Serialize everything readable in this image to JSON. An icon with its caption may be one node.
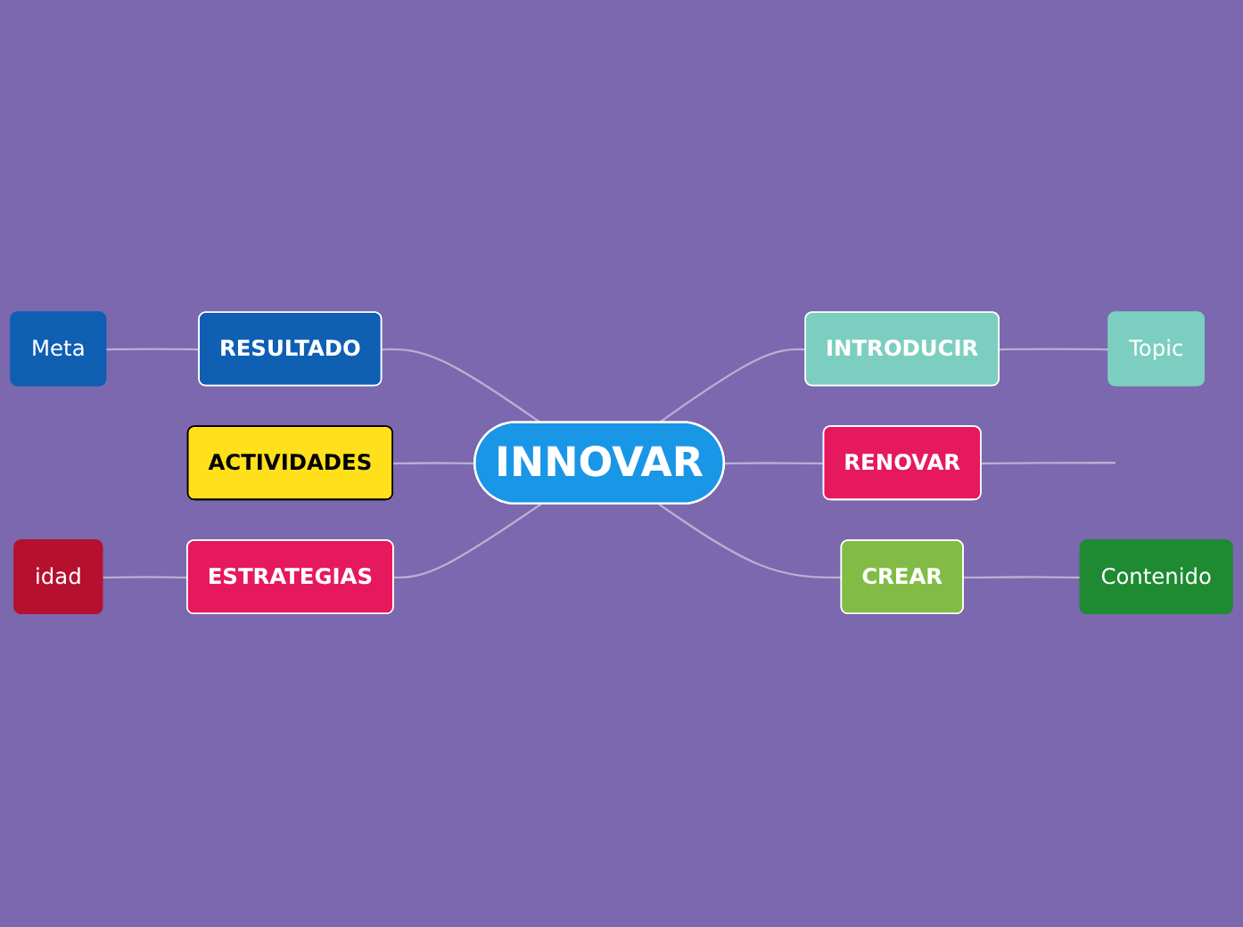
{
  "diagram": {
    "nodes": [
      {
        "text": [
          "INNOVAR"
        ]
      },
      {
        "text": [
          "RESULTADO"
        ]
      },
      {
        "text": [
          "Meta"
        ]
      },
      {
        "text": [
          "INTRODUCIR"
        ]
      },
      {
        "text": [
          "Topic"
        ]
      },
      {
        "text": [
          "ACTIVIDADES"
        ]
      },
      {
        "text": [
          "RENOVAR"
        ]
      },
      {
        "text": [
          "ESTRATEGIAS"
        ]
      },
      {
        "text": [
          "idad"
        ]
      },
      {
        "text": [
          "CREAR"
        ]
      },
      {
        "text": [
          "Contenido"
        ]
      }
    ],
    "edges": [
      {
        "from": 0,
        "to": 1,
        "arrow": "none"
      },
      {
        "from": 1,
        "to": 2,
        "arrow": "none"
      },
      {
        "from": 0,
        "to": 3,
        "arrow": "none"
      },
      {
        "from": 3,
        "to": 4,
        "arrow": "none"
      },
      {
        "from": 0,
        "to": 5,
        "arrow": "none"
      },
      {
        "from": 0,
        "to": 6,
        "arrow": "none"
      },
      {
        "from": 6,
        "to": null,
        "arrow": "none"
      },
      {
        "from": 0,
        "to": 7,
        "arrow": "none"
      },
      {
        "from": 7,
        "to": 8,
        "arrow": "none"
      },
      {
        "from": 0,
        "to": 9,
        "arrow": "none"
      },
      {
        "from": 9,
        "to": 10,
        "arrow": "none"
      }
    ]
  }
}
